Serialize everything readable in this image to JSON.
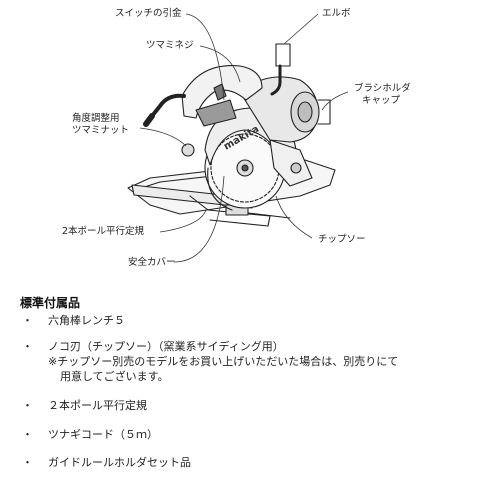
{
  "labels": {
    "switch_pull": "スイッチの引金",
    "elbow": "エルボ",
    "knob_screw": "ツマミネジ",
    "brush_holder_line1": "ブラシホルダ",
    "brush_holder_line2": "キャップ",
    "angle_nut_line1": "角度調整用",
    "angle_nut_line2": "ツマミナット",
    "parallel_guide": "2本ポール平行定規",
    "chip_saw": "チップソー",
    "safety_cover": "安全カバー",
    "brand": "makita"
  },
  "accessories": {
    "title": "標準付属品",
    "bullet": "・",
    "items": [
      "六角棒レンチ５",
      "ノコ刃（チップソー）（窯業系サイディング用）",
      "２本ポール平行定規",
      "ツナギコード（５ｍ）",
      "ガイドルールホルダセット品"
    ],
    "note_line1": "※チップソー別売のモデルをお買い上げいただいた場合は、別売りにて",
    "note_line2": "用意してございます。"
  }
}
